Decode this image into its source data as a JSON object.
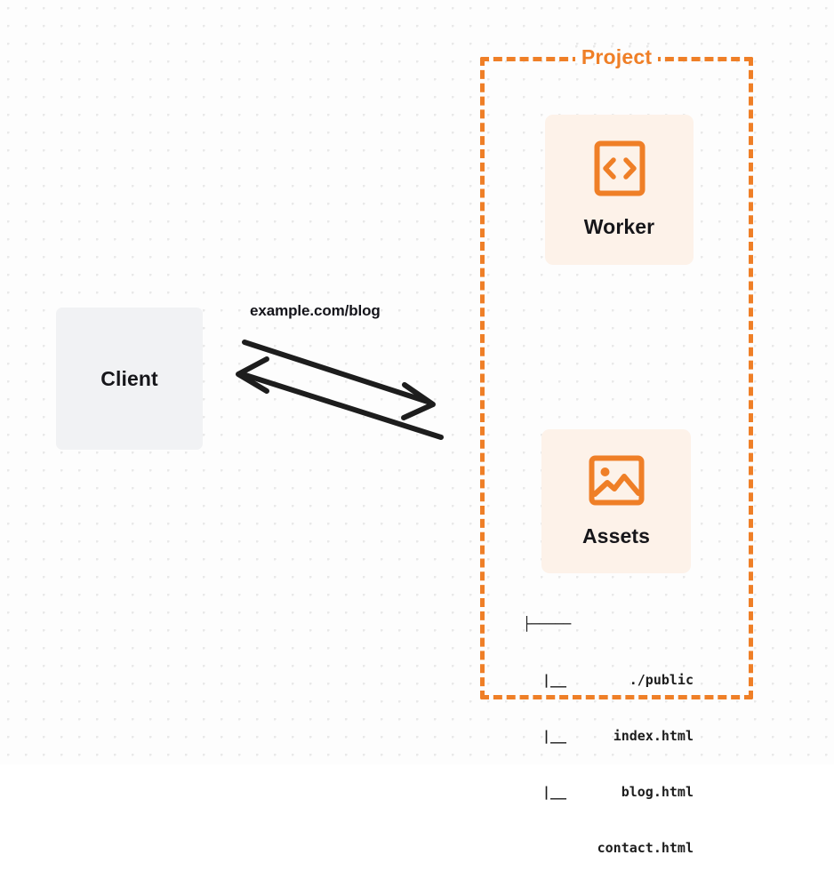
{
  "diagram": {
    "title": "Cloudflare Worker with static assets request flow",
    "background": {
      "dot_color": "#e9e9e9",
      "page_color": "#fdfdfd"
    },
    "accent_color": "#ef7f27",
    "client": {
      "label": "Client",
      "fill": "#f1f2f4"
    },
    "edge": {
      "label": "example.com/blog",
      "stroke": "#1d1d1d",
      "request_direction": "client-to-project",
      "response_direction": "project-to-client"
    },
    "project": {
      "title": "Project",
      "border_style": "dashed",
      "border_color": "#ef7f27",
      "cards": [
        {
          "id": "worker",
          "label": "Worker",
          "icon": "code-brackets-icon",
          "fill": "#fdf2e9",
          "icon_color": "#ef7f27"
        },
        {
          "id": "assets",
          "label": "Assets",
          "icon": "image-icon",
          "fill": "#fdf2e9",
          "icon_color": "#ef7f27"
        }
      ],
      "file_tree": {
        "root": {
          "glyph": "├─────",
          "name": "./public"
        },
        "children": [
          {
            "glyph": "|__",
            "name": "index.html"
          },
          {
            "glyph": "|__",
            "name": "blog.html"
          },
          {
            "glyph": "|__",
            "name": "contact.html"
          }
        ]
      }
    }
  }
}
